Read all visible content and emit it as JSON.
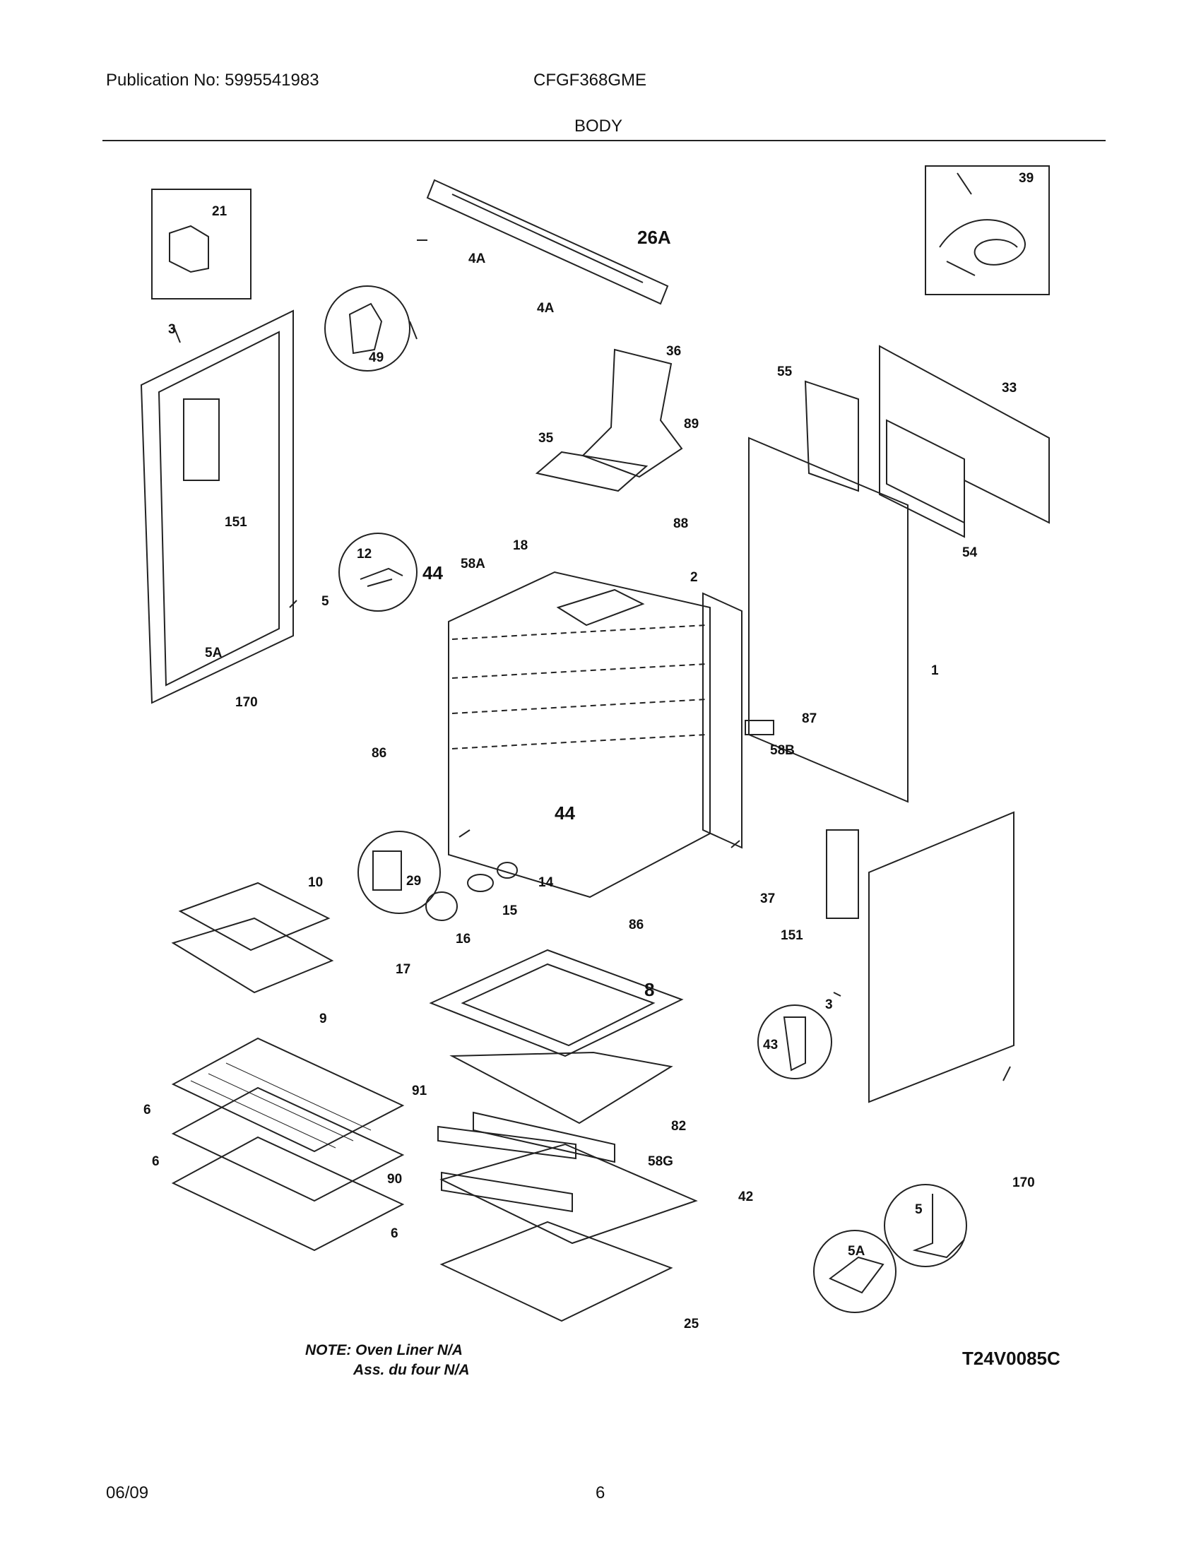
{
  "header": {
    "publication": "Publication No: 5995541983",
    "model": "CFGF368GME",
    "section_title": "BODY"
  },
  "callouts": {
    "c21": "21",
    "c39": "39",
    "c26A": "26A",
    "c4A_top": "4A",
    "c4A_mid": "4A",
    "c49": "49",
    "c3_left": "3",
    "c36": "36",
    "c55": "55",
    "c33": "33",
    "c35": "35",
    "c89": "89",
    "c88": "88",
    "c151_left": "151",
    "c54": "54",
    "c12": "12",
    "c44_top": "44",
    "c58A": "58A",
    "c18": "18",
    "c2": "2",
    "c5_left": "5",
    "c5A_left": "5A",
    "c170_left": "170",
    "c1": "1",
    "c87": "87",
    "c86_left": "86",
    "c58B": "58B",
    "c44_mid": "44",
    "c29": "29",
    "c10": "10",
    "c14": "14",
    "c15": "15",
    "c16": "16",
    "c17": "17",
    "c9": "9",
    "c86_right": "86",
    "c37": "37",
    "c151_right": "151",
    "c8": "8",
    "c3_right": "3",
    "c43": "43",
    "c6_a": "6",
    "c6_b": "6",
    "c6_c": "6",
    "c91": "91",
    "c82": "82",
    "c58G": "58G",
    "c90": "90",
    "c42": "42",
    "c25": "25",
    "c170_right": "170",
    "c5_right": "5",
    "c5A_right": "5A"
  },
  "note": {
    "line1": "NOTE: Oven Liner N/A",
    "line2": "Ass. du four N/A"
  },
  "diagram_code": "T24V0085C",
  "footer": {
    "date": "06/09",
    "page": "6"
  }
}
